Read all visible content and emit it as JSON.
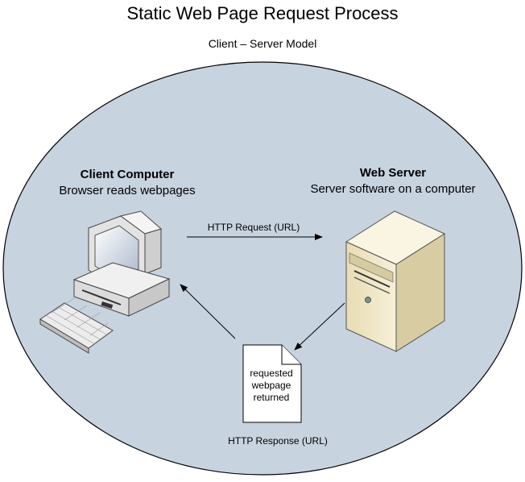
{
  "header": {
    "title": "Static Web Page Request Process",
    "subtitle": "Client – Server Model"
  },
  "client": {
    "title": "Client Computer",
    "description": "Browser reads webpages"
  },
  "server": {
    "title": "Web Server",
    "description": "Server software on a computer"
  },
  "request": {
    "label": "HTTP Request (URL)"
  },
  "response": {
    "label": "HTTP Response (URL)"
  },
  "document": {
    "label": "requested\nwebpage\nreturned"
  },
  "colors": {
    "ellipse_fill": "#c8d3e0",
    "ellipse_stroke": "#000000",
    "server_body": "#f0e6c4"
  }
}
